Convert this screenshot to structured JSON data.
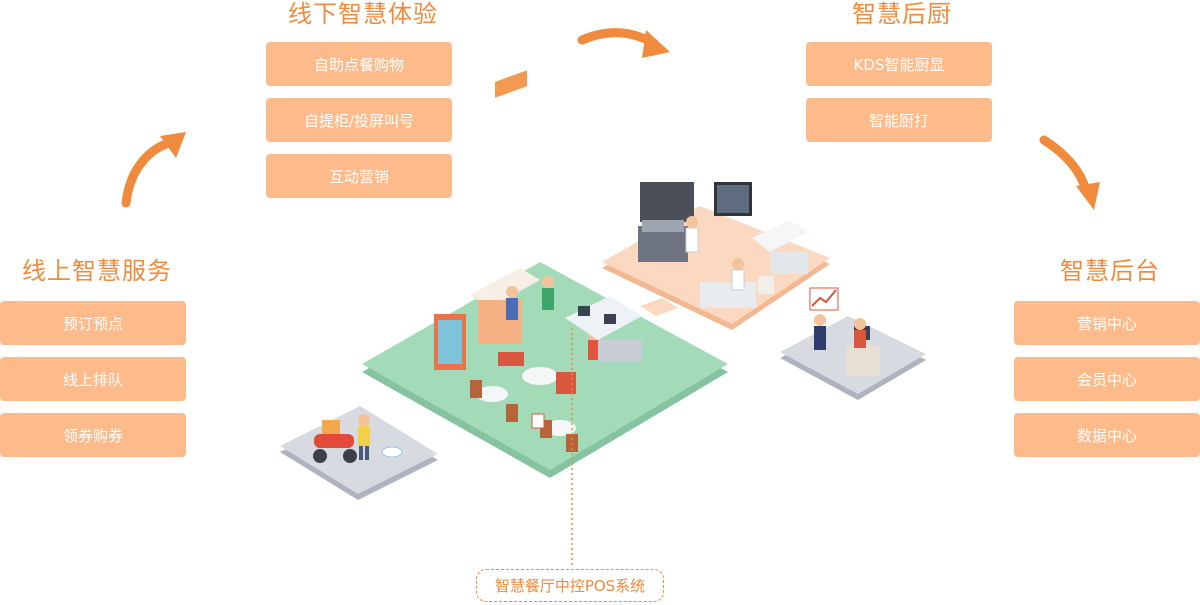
{
  "online": {
    "title": "线上智慧服务",
    "items": [
      "预订预点",
      "线上排队",
      "领券购券"
    ]
  },
  "offline": {
    "title": "线下智慧体验",
    "items": [
      "自助点餐购物",
      "自提柜/投屏叫号",
      "互动营销"
    ]
  },
  "kitchen": {
    "title": "智慧后厨",
    "items": [
      "KDS智能厨显",
      "智能厨打"
    ]
  },
  "backend": {
    "title": "智慧后台",
    "items": [
      "营销中心",
      "会员中心",
      "数据中心"
    ]
  },
  "pos": {
    "label": "智慧餐厅中控POS系统"
  },
  "illustration": {
    "sign_text": ""
  },
  "colors": {
    "accent": "#f08a3c",
    "pill": "#fdbb8c",
    "floor_green": "#9fd8b4",
    "floor_kitchen": "#fad7bd",
    "floor_gray": "#c9ccd4"
  }
}
